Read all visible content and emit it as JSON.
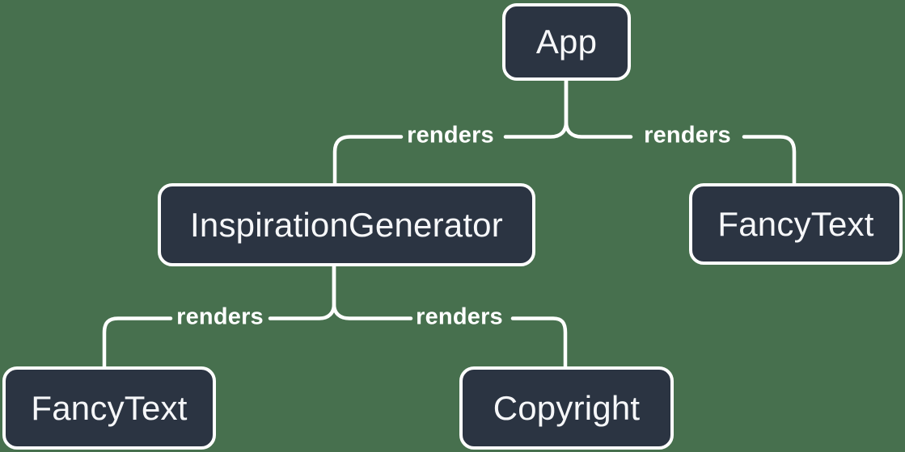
{
  "colors": {
    "background": "#47704E",
    "node_fill": "#2B3442",
    "node_border": "#FFFFFF",
    "node_text": "#F6F7F9",
    "line_color": "#FFFFFF"
  },
  "diagram": {
    "type": "component-render-tree",
    "nodes": [
      {
        "id": "app",
        "label": "App"
      },
      {
        "id": "inspiration-generator",
        "label": "InspirationGenerator"
      },
      {
        "id": "fancy-text-top",
        "label": "FancyText"
      },
      {
        "id": "fancy-text-bottom",
        "label": "FancyText"
      },
      {
        "id": "copyright",
        "label": "Copyright"
      }
    ],
    "edges": [
      {
        "from": "App",
        "to": "InspirationGenerator",
        "label": "renders"
      },
      {
        "from": "App",
        "to": "FancyText",
        "label": "renders"
      },
      {
        "from": "InspirationGenerator",
        "to": "FancyText",
        "label": "renders"
      },
      {
        "from": "InspirationGenerator",
        "to": "Copyright",
        "label": "renders"
      }
    ]
  }
}
